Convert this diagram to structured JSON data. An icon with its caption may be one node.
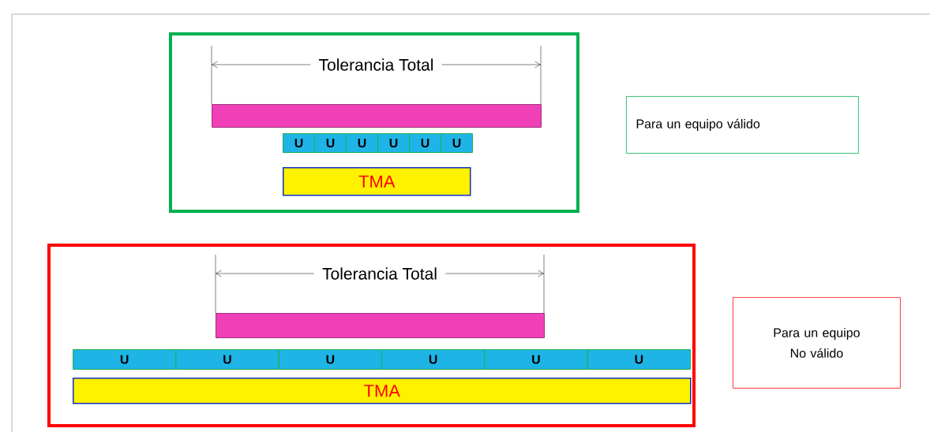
{
  "diagram": {
    "nodes": [
      {
        "text": [],
        "shape": "box"
      },
      {
        "text": [],
        "shape": "bar",
        "in": 0
      },
      {
        "text": [
          "U"
        ],
        "in": 0
      },
      {
        "text": [
          "U"
        ],
        "in": 0
      },
      {
        "text": [
          "U"
        ],
        "in": 0
      },
      {
        "text": [
          "U"
        ],
        "in": 0
      },
      {
        "text": [
          "U"
        ],
        "in": 0
      },
      {
        "text": [
          "U"
        ],
        "in": 0
      },
      {
        "text": [
          "TMA"
        ],
        "in": 0
      },
      {
        "text": [
          "Para un equipo válido"
        ]
      },
      {
        "text": [],
        "shape": "box"
      },
      {
        "text": [],
        "shape": "bar",
        "in": 10
      },
      {
        "text": [
          "U"
        ],
        "in": 10
      },
      {
        "text": [
          "U"
        ],
        "in": 10
      },
      {
        "text": [
          "U"
        ],
        "in": 10
      },
      {
        "text": [
          "U"
        ],
        "in": 10
      },
      {
        "text": [
          "U"
        ],
        "in": 10
      },
      {
        "text": [
          "U"
        ],
        "in": 10
      },
      {
        "text": [
          "TMA"
        ],
        "in": 10
      },
      {
        "text": [
          "Para un equipo No válido"
        ]
      }
    ],
    "labels": [
      "Tolerancia Total",
      "Tolerancia Total"
    ]
  }
}
